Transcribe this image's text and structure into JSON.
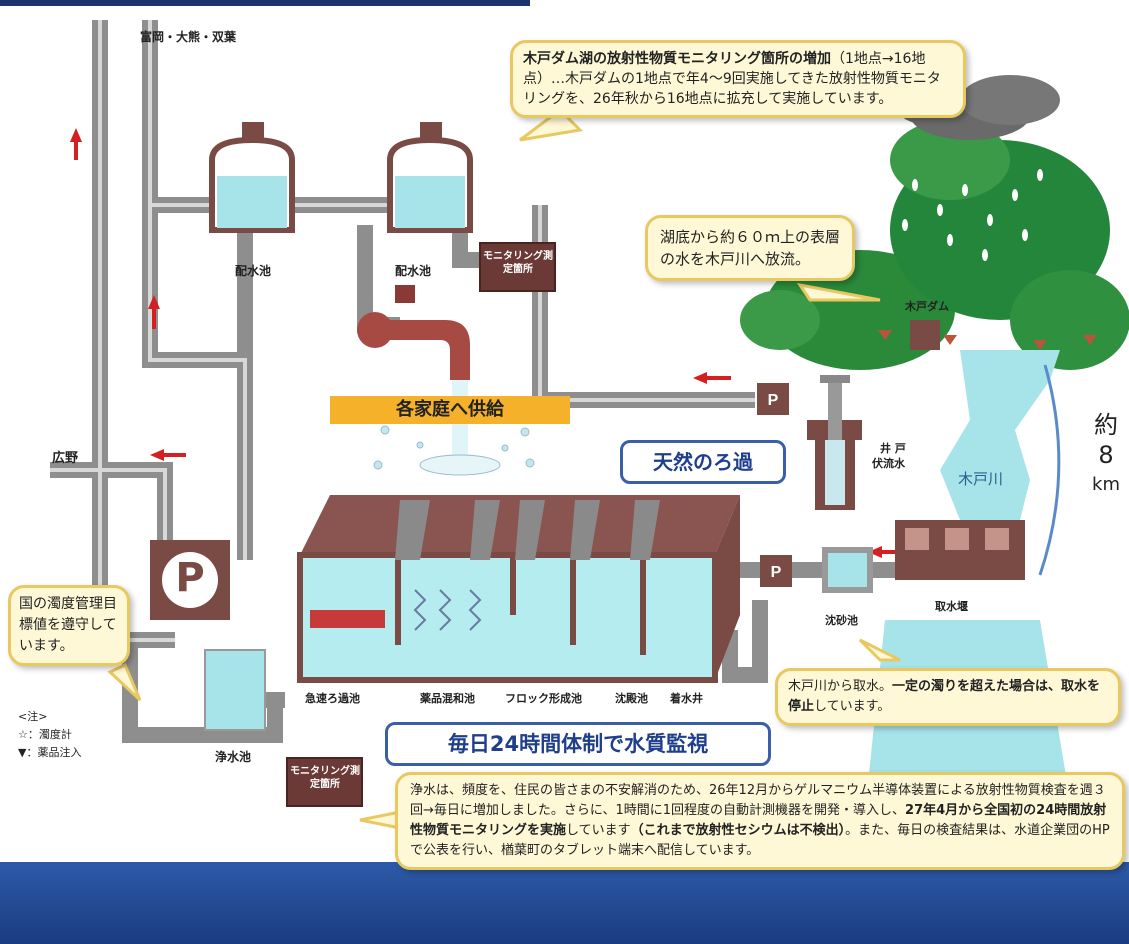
{
  "labels": {
    "top_destinations": "富岡・大熊・双葉",
    "hirono": "広野",
    "reservoir_1": "配水池",
    "reservoir_2": "配水池",
    "supply_households": "各家庭へ供給",
    "natural_filtration": "天然のろ過",
    "well": "井 戸",
    "well_sub": "伏流水",
    "kido_dam": "木戸ダム",
    "kido_river": "木戸川",
    "distance_1": "約",
    "distance_2": "8",
    "distance_3": "km",
    "rapid_filter": "急速ろ過池",
    "chemical_mixing": "薬品混和池",
    "floc_basin": "フロック形成池",
    "sedimentation": "沈殿池",
    "receiving_well": "着水井",
    "sand_basin": "沈砂池",
    "intake": "取水堰",
    "clear_well": "浄水池",
    "monitoring_1": "モニタリング測定箇所",
    "monitoring_2": "モニタリング測定箇所",
    "pump": "P",
    "continuous_monitor": "毎日24時間体制で水質監視"
  },
  "legend": {
    "header": "<注>",
    "turbidimeter": "☆：濁度計",
    "chemical": "▼：薬品注入"
  },
  "bubbles": {
    "dam_monitoring_bold": "木戸ダム湖の放射性物質モニタリング箇所の増加",
    "dam_monitoring_text": "（1地点→16地点）…木戸ダムの1地点で年4～9回実施してきた放射性物質モニタリングを、26年秋から16地点に拡充して実施しています。",
    "surface_water": "湖底から約６０ｍ上の表層の水を木戸川へ放流。",
    "turbidity_target": "国の濁度管理目標値を遵守しています。",
    "intake_text": "木戸川から取水。",
    "intake_bold": "一定の濁りを超えた場合は、取水を停止",
    "intake_tail": "しています。",
    "purified_1": "浄水は、頻度を、住民の皆さまの不安解消のため、26年12月からゲルマニウム半導体装置による放射性物質検査を週３回→毎日に増加しました。さらに、1時間に1回程度の自動計測機器を開発・導入し、",
    "purified_bold": "27年4月から全国初の24時間放射性物質モニタリングを実施",
    "purified_2": "しています",
    "purified_paren": "（これまで放射性セシウムは不検出）",
    "purified_3": "。また、毎日の検査結果は、水道企業団のHPで公表を行い、楢葉町のタブレット端末へ配信しています。"
  },
  "colors": {
    "pipe": "#9a9a9a",
    "water": "#a6e4ea",
    "brown": "#7a4a44",
    "bubble_bg": "#fff8d6",
    "bubble_border": "#e8c860",
    "navy": "#1f3f8c",
    "orange": "#f5b12a",
    "arrow_red": "#d42020"
  }
}
